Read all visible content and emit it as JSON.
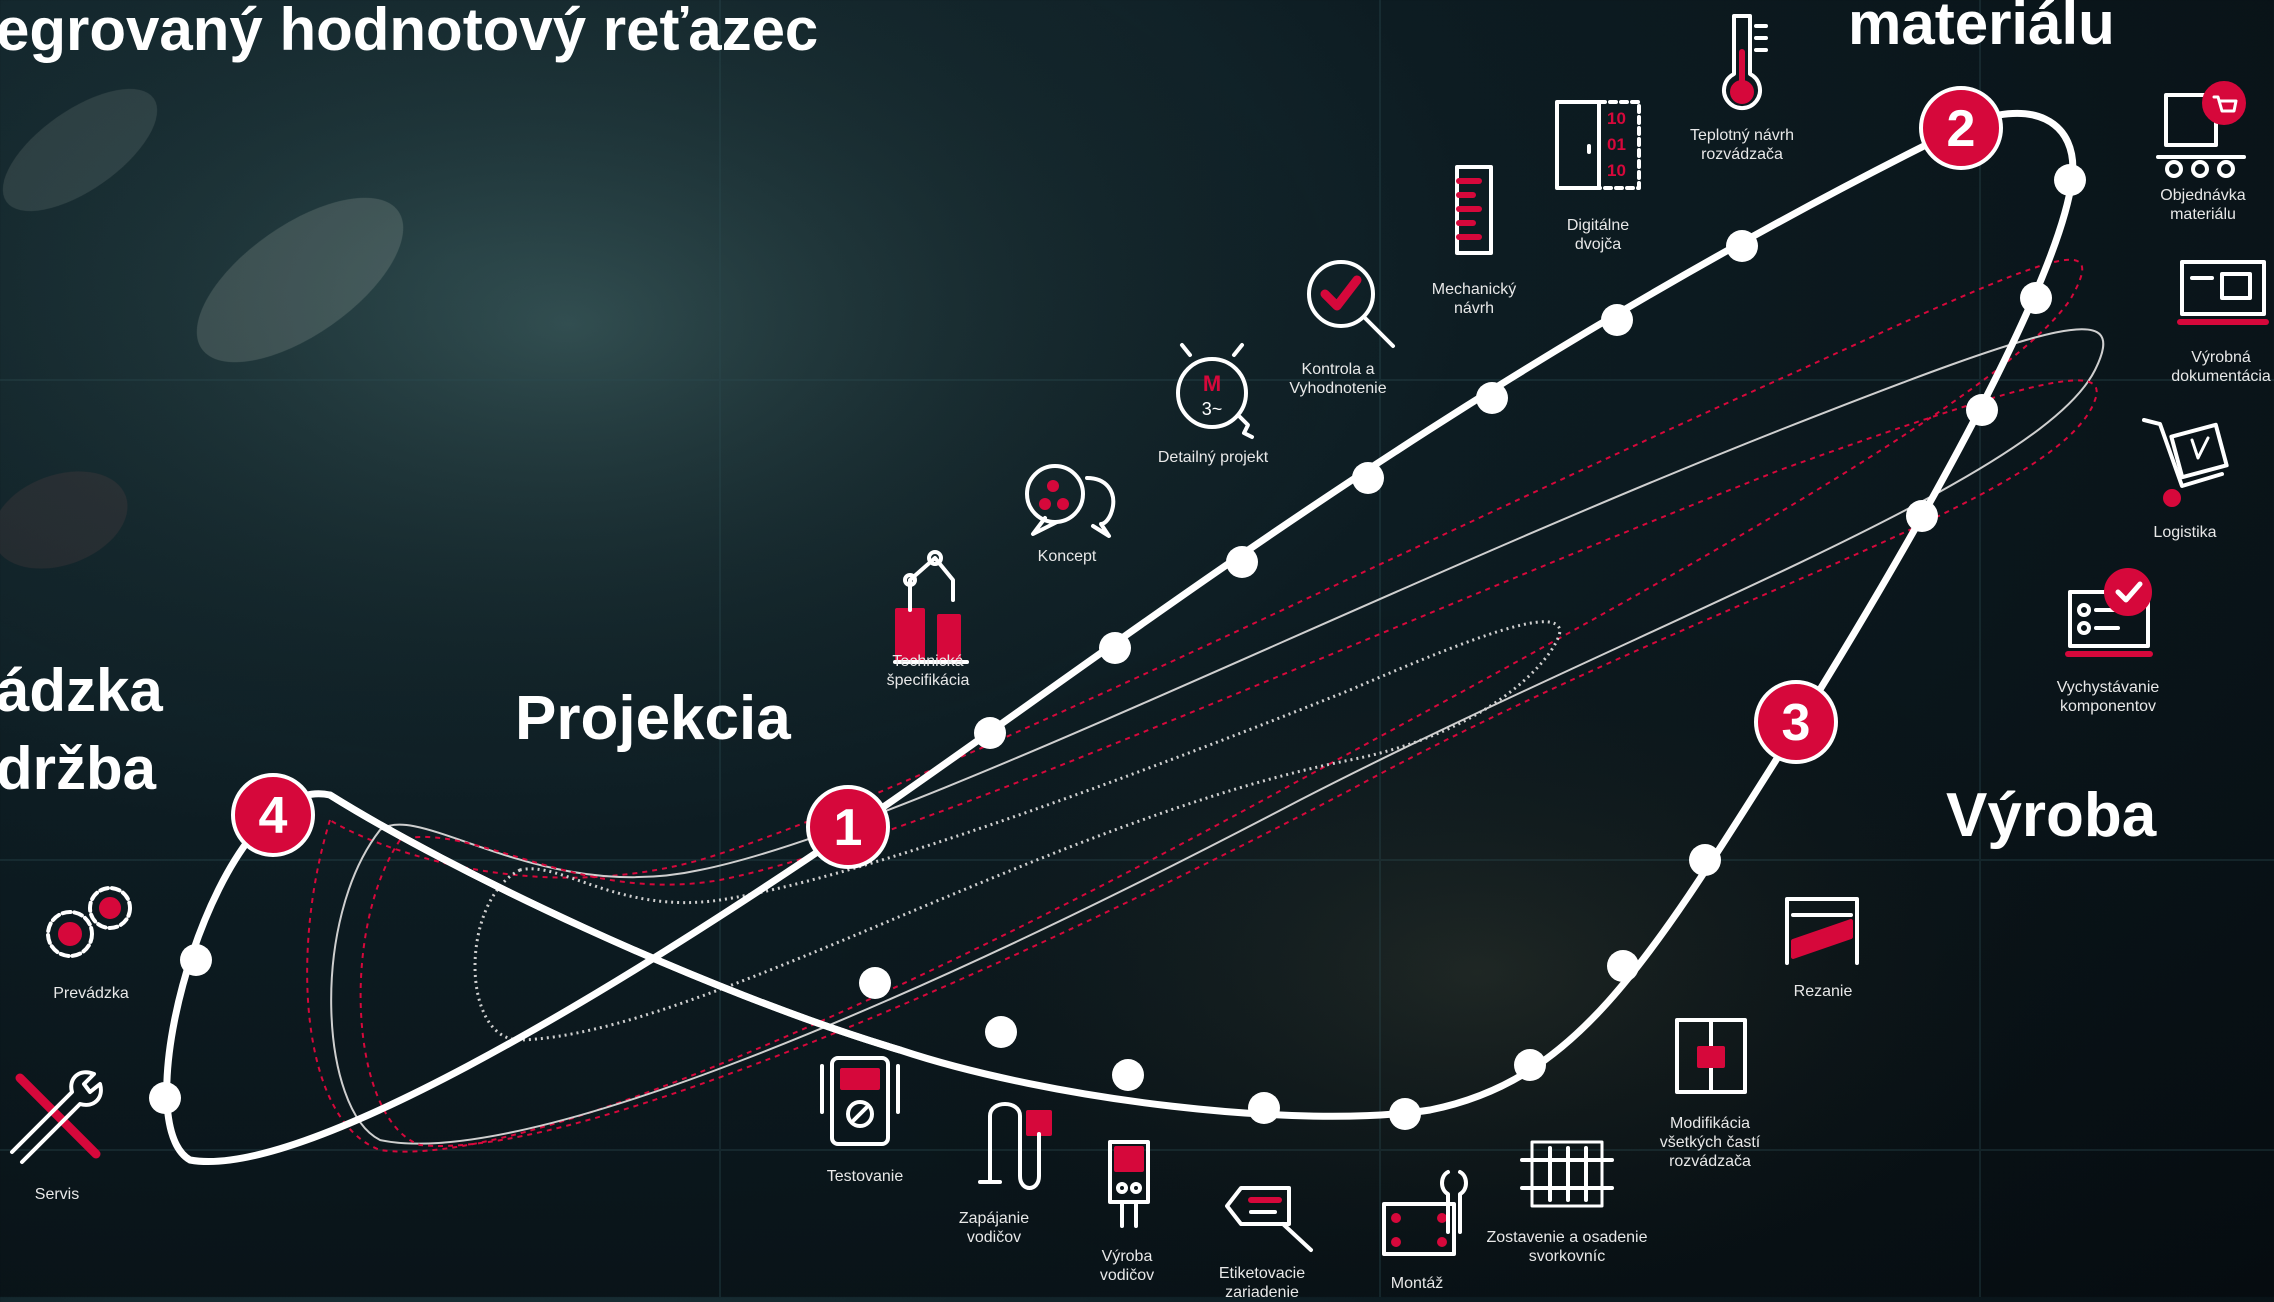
{
  "title": "egrovaný hodnotový reťazec",
  "phases": {
    "material": "materiálu",
    "projekcia": "Projekcia",
    "vyroba": "Výroba",
    "prevadzka": [
      "ádzka",
      "držba"
    ]
  },
  "badges": [
    "1",
    "2",
    "3",
    "4"
  ],
  "stations": [
    {
      "key": "technicka",
      "lines": [
        "Technická",
        "špecifikácia"
      ],
      "icon": "robot-arm-icon"
    },
    {
      "key": "koncept",
      "lines": [
        "Koncept"
      ],
      "icon": "concept-chat-icon"
    },
    {
      "key": "detailny",
      "lines": [
        "Detailný projekt"
      ],
      "icon": "motor-icon"
    },
    {
      "key": "kontrola",
      "lines": [
        "Kontrola a",
        "Vyhodnotenie"
      ],
      "icon": "magnifier-check-icon"
    },
    {
      "key": "mechanicky",
      "lines": [
        "Mechanický",
        "návrh"
      ],
      "icon": "ruler-icon"
    },
    {
      "key": "dvojca",
      "lines": [
        "Digitálne",
        "dvojča"
      ],
      "icon": "digital-twin-icon"
    },
    {
      "key": "teplotny",
      "lines": [
        "Teplotný návrh",
        "rozvádzača"
      ],
      "icon": "thermometer-icon"
    },
    {
      "key": "objednavka",
      "lines": [
        "Objednávka",
        "materiálu"
      ],
      "icon": "cart-icon"
    },
    {
      "key": "dokumentacia",
      "lines": [
        "Výrobná",
        "dokumentácia"
      ],
      "icon": "monitor-icon"
    },
    {
      "key": "logistika",
      "lines": [
        "Logistika"
      ],
      "icon": "hand-truck-icon"
    },
    {
      "key": "vychystavanie",
      "lines": [
        "Vychystávanie",
        "komponentov"
      ],
      "icon": "checklist-icon"
    },
    {
      "key": "rezanie",
      "lines": [
        "Rezanie"
      ],
      "icon": "cutting-icon"
    },
    {
      "key": "modifikacia",
      "lines": [
        "Modifikácia",
        "všetkých častí",
        "rozvádzača"
      ],
      "icon": "cabinet-icon"
    },
    {
      "key": "zostavenie",
      "lines": [
        "Zostavenie a osadenie",
        "svorkovníc"
      ],
      "icon": "terminal-block-icon"
    },
    {
      "key": "montaz",
      "lines": [
        "Montáž"
      ],
      "icon": "wrench-panel-icon"
    },
    {
      "key": "etiketovacie",
      "lines": [
        "Etiketovacie",
        "zariadenie"
      ],
      "icon": "label-tag-icon"
    },
    {
      "key": "vyroba_vodicov",
      "lines": [
        "Výroba",
        "vodičov"
      ],
      "icon": "wire-device-icon"
    },
    {
      "key": "zapajanie",
      "lines": [
        "Zapájanie",
        "vodičov"
      ],
      "icon": "wire-icon"
    },
    {
      "key": "testovanie",
      "lines": [
        "Testovanie"
      ],
      "icon": "tester-icon"
    },
    {
      "key": "prevadzka",
      "lines": [
        "Prevádzka"
      ],
      "icon": "gears-icon"
    },
    {
      "key": "servis",
      "lines": [
        "Servis"
      ],
      "icon": "tools-icon"
    }
  ],
  "colors": {
    "accent": "#d6083b",
    "line": "#ffffff",
    "muted": "#b8b8b8"
  }
}
